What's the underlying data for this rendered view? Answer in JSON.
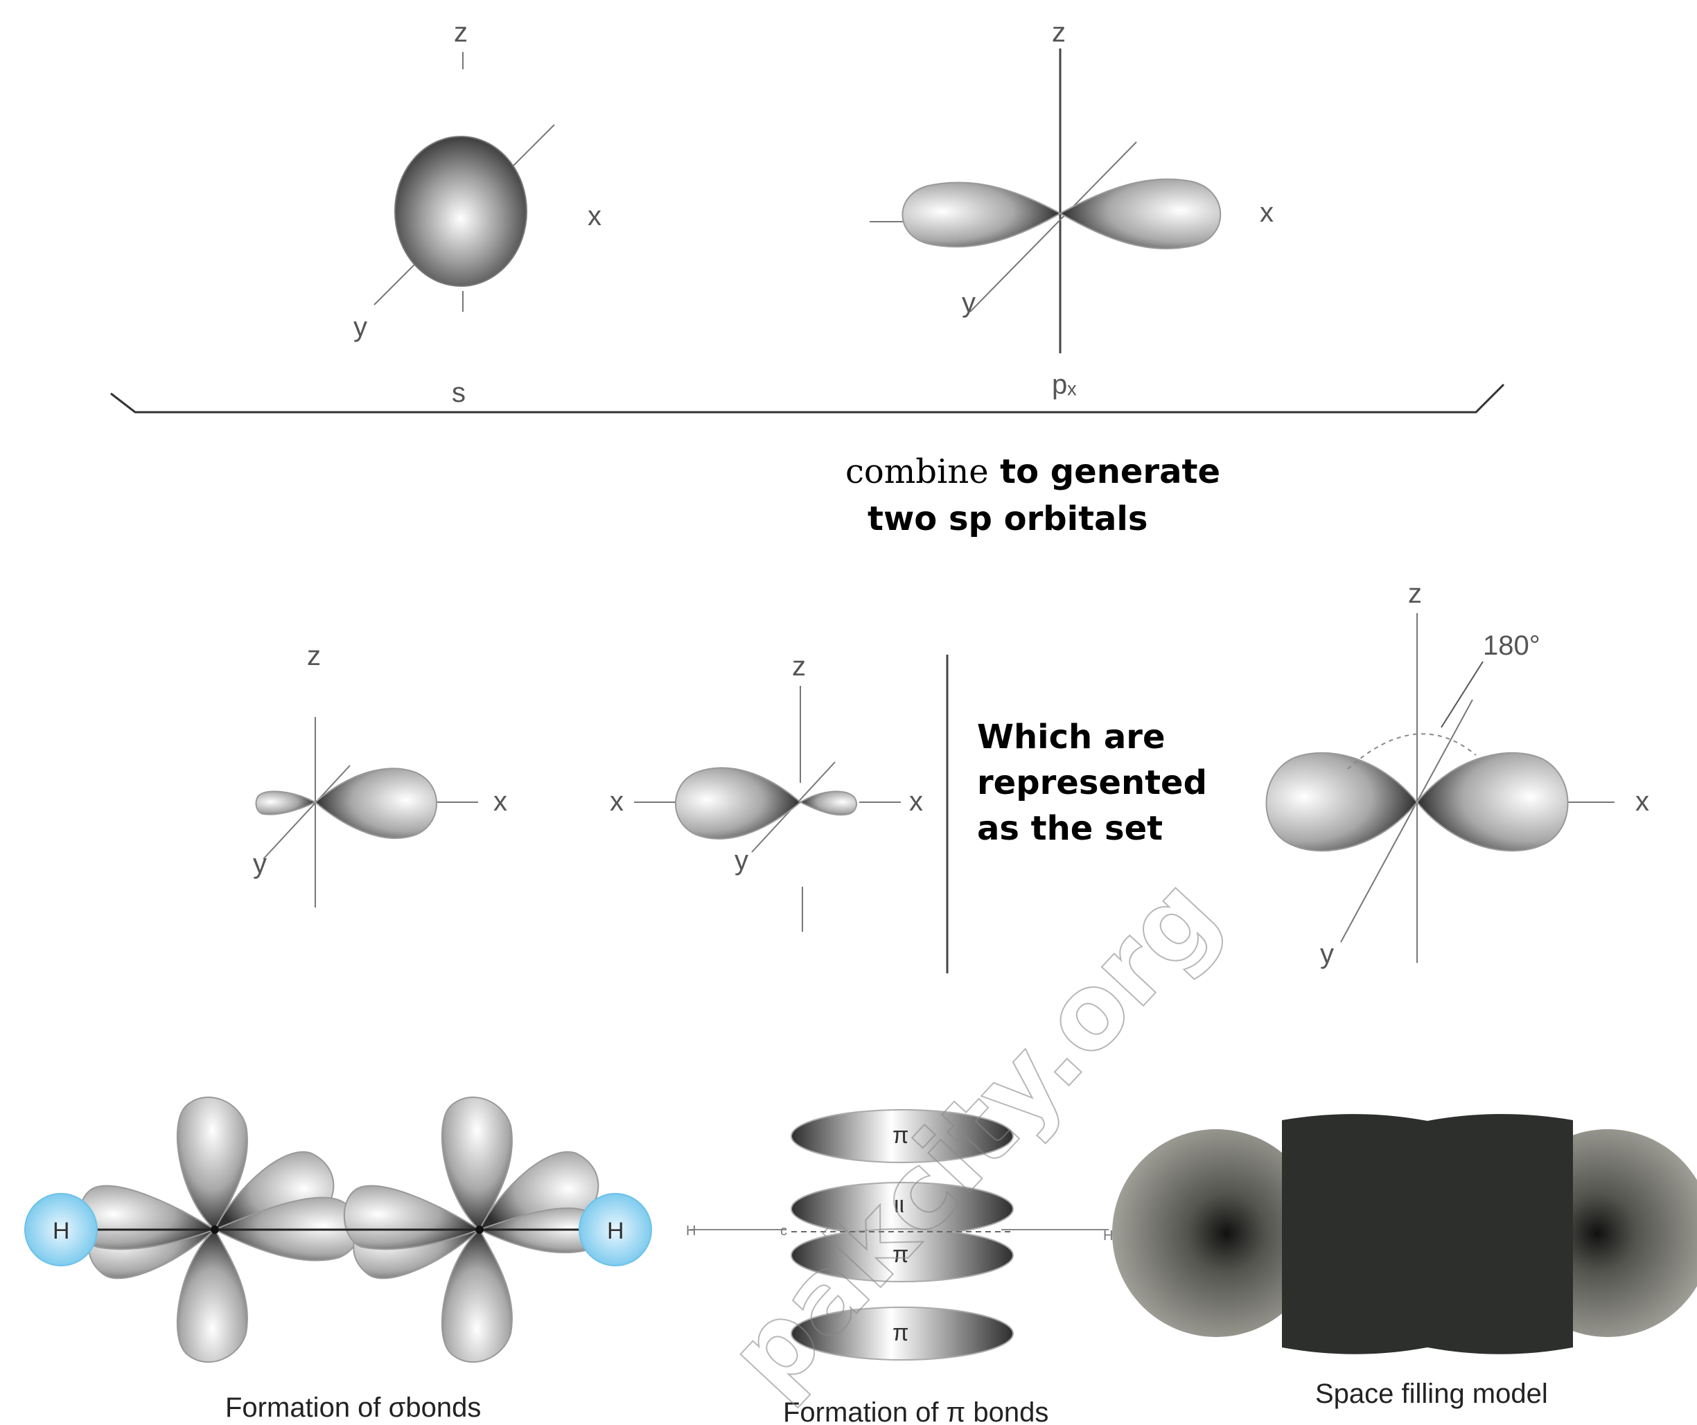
{
  "axes": {
    "x": "x",
    "y": "y",
    "z": "z"
  },
  "top": {
    "s_label": "s",
    "p_label": "pₓ",
    "combine_word": "combine",
    "combine_rest": "to generate",
    "combine_line2": "two sp orbitals"
  },
  "middle": {
    "represented_line1": "Which are",
    "represented_line2": "represented",
    "represented_line3": "as the set",
    "angle_label": "180°"
  },
  "bottom": {
    "hydrogen_label": "H",
    "pi_symbol": "π",
    "pi_symbol_alt": "ιι",
    "carbon_label": "c",
    "sigma_caption": "Formation of σbonds",
    "pi_caption": "Formation of π bonds",
    "space_caption": "Space filling model"
  },
  "watermark": "pakcity.org",
  "colors": {
    "hydrogen": "#8fd3f0",
    "dark_core": "#2d2f2d",
    "lobe_light": "#f7f7f7",
    "lobe_dark": "#3a3a3a"
  }
}
